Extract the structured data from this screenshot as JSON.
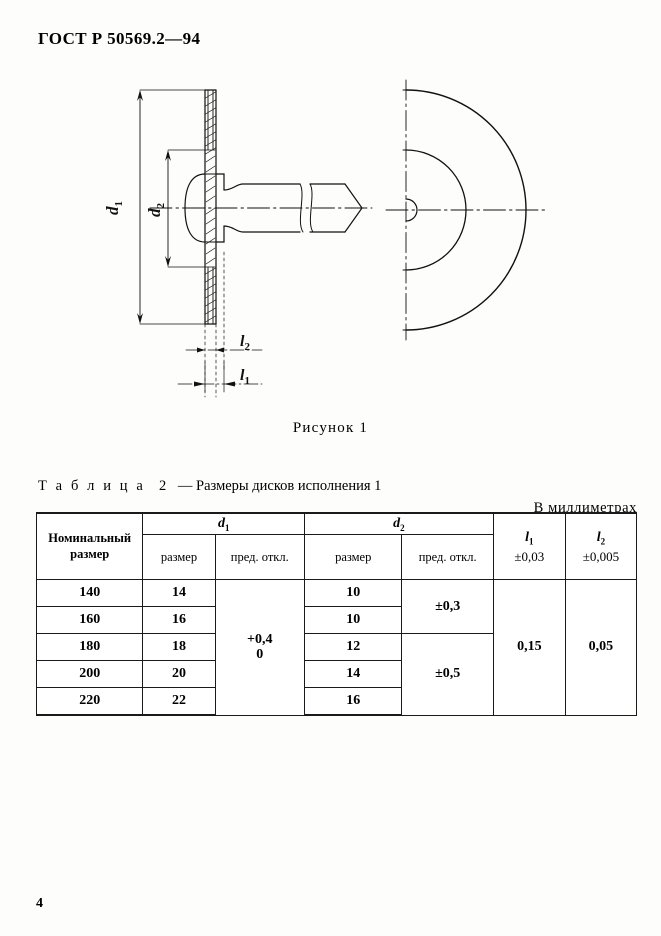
{
  "header": {
    "standard_id": "ГОСТ Р 50569.2—94"
  },
  "figure": {
    "caption": "Рисунок 1",
    "labels": {
      "d1": "d",
      "d1_sub": "1",
      "d2": "d",
      "d2_sub": "2",
      "l1": "l",
      "l1_sub": "1",
      "l2": "l",
      "l2_sub": "2"
    }
  },
  "table": {
    "title_prefix": "Т а б л и ц а",
    "title_number": "2",
    "title_text": "— Размеры дисков исполнения 1",
    "units_note": "В миллиметрах",
    "headers": {
      "nominal": "Номинальный размер",
      "nominal_line1": "Номинальный",
      "nominal_line2": "размер",
      "d1_group": "d",
      "d1_sub": "1",
      "d2_group": "d",
      "d2_sub": "2",
      "size": "размер",
      "deviation": "пред. откл.",
      "l1_symbol": "l",
      "l1_sub": "1",
      "l1_tolerance": "±0,03",
      "l2_symbol": "l",
      "l2_sub": "2",
      "l2_tolerance": "±0,005"
    },
    "rows": [
      {
        "nominal": "140",
        "d1": "14",
        "d2": "10"
      },
      {
        "nominal": "160",
        "d1": "16",
        "d2": "10"
      },
      {
        "nominal": "180",
        "d1": "18",
        "d2": "12"
      },
      {
        "nominal": "200",
        "d1": "20",
        "d2": "14"
      },
      {
        "nominal": "220",
        "d1": "22",
        "d2": "16"
      }
    ],
    "merged": {
      "d1_deviation_upper": "+0,4",
      "d1_deviation_lower": "0",
      "d2_deviation_first": "±0,3",
      "d2_deviation_second": "±0,5",
      "l1_value": "0,15",
      "l2_value": "0,05"
    }
  },
  "footer": {
    "page_number": "4"
  }
}
